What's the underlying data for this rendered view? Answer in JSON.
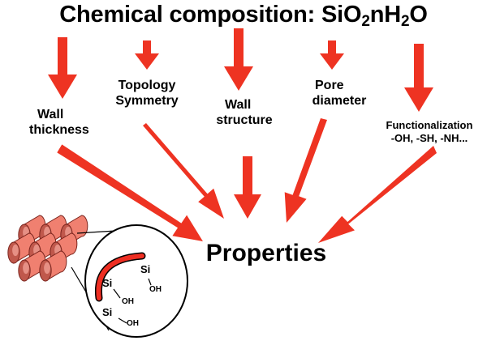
{
  "title": {
    "prefix": "Chemical composition: SiO",
    "sub1": "2",
    "mid": "nH",
    "sub2": "2",
    "suffix": "O"
  },
  "factors": {
    "wall_thickness": [
      "Wall",
      "thickness"
    ],
    "topology_symmetry": [
      "Topology",
      "Symmetry"
    ],
    "wall_structure": [
      "Wall",
      "structure"
    ],
    "pore_diameter": [
      "Pore",
      "diameter"
    ],
    "functionalization": [
      "Functionalization",
      "-OH, -SH, -NH..."
    ]
  },
  "result": "Properties",
  "inset": {
    "si": "Si",
    "oh": "OH"
  },
  "colors": {
    "arrow": "#ee3322",
    "arrow_dark": "#b71a12",
    "tube": "#f08070",
    "tube_dark": "#c0584c",
    "wall": "#ee2e22",
    "ink": "#000000"
  }
}
